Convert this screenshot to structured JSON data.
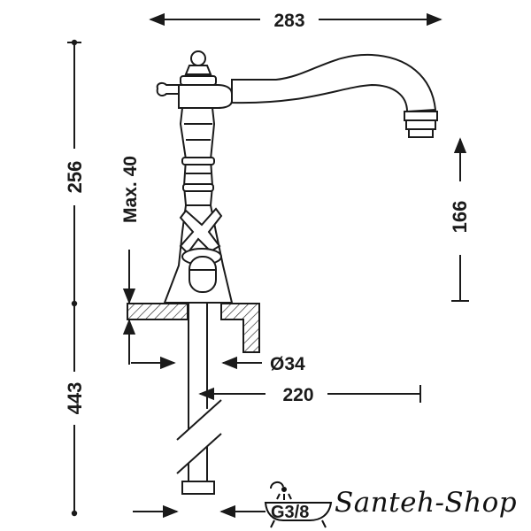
{
  "dimensions": {
    "width_total": "283",
    "height_total": "256",
    "max_thickness": "Max. 40",
    "spout_height": "166",
    "hole_diameter": "Ø34",
    "reach": "220",
    "below_counter": "443",
    "connection": "G3/8"
  },
  "watermark": {
    "shop_name": "Santeh-Shop"
  },
  "colors": {
    "line": "#1a1a1a",
    "hatch": "#333333",
    "background": "#ffffff"
  }
}
